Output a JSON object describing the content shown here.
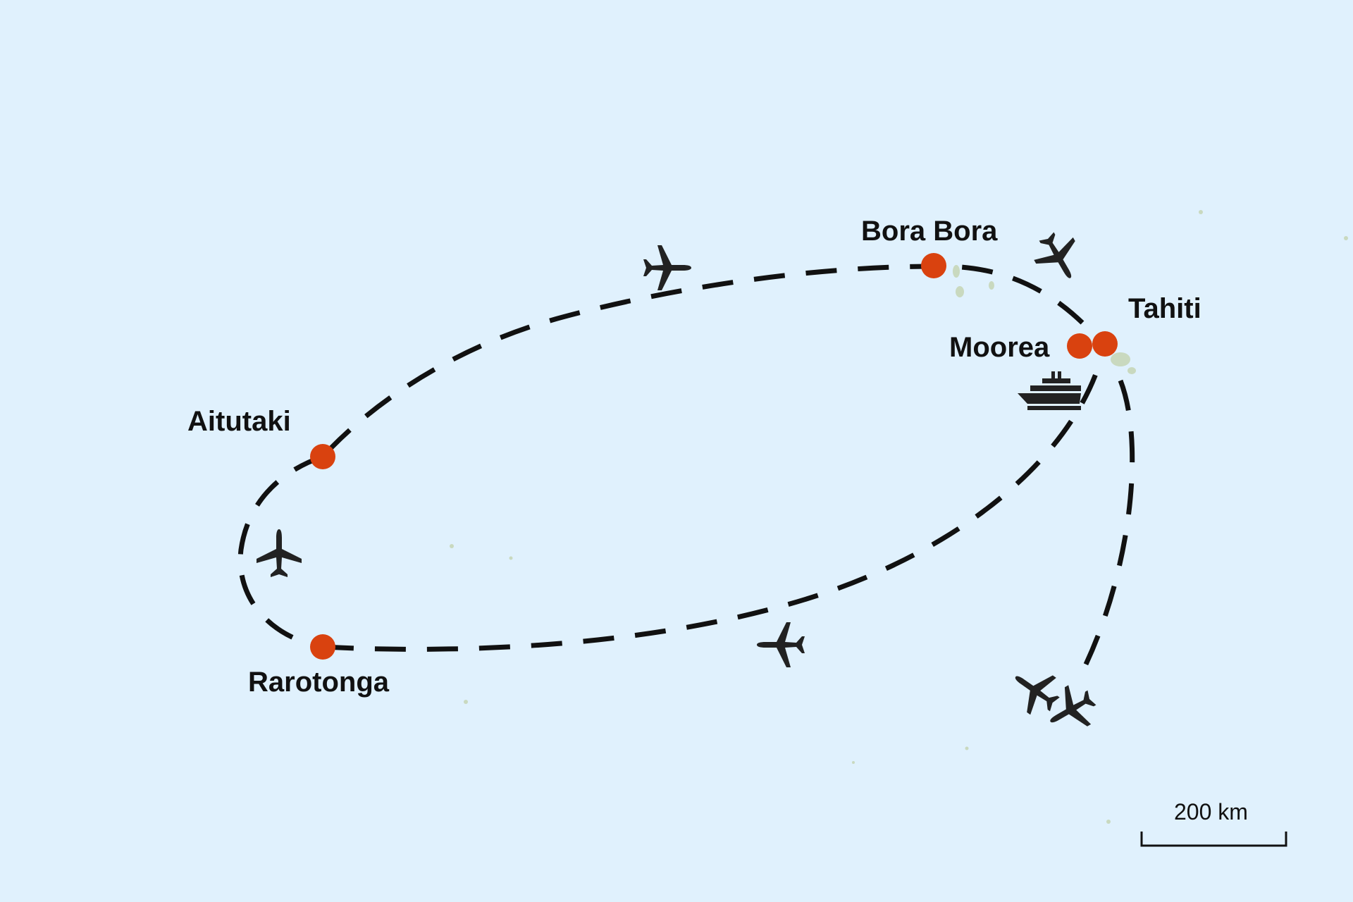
{
  "map": {
    "colors": {
      "ocean": "#e0f1fd",
      "stop_marker": "#d9420f",
      "route_line": "#111111",
      "icon": "#222222",
      "land": "#c9d9bf"
    },
    "places": [
      {
        "id": "bora-bora",
        "name": "Bora Bora"
      },
      {
        "id": "tahiti",
        "name": "Tahiti"
      },
      {
        "id": "moorea",
        "name": "Moorea"
      },
      {
        "id": "aitutaki",
        "name": "Aitutaki"
      },
      {
        "id": "rarotonga",
        "name": "Rarotonga"
      }
    ],
    "route": {
      "style": "dashed",
      "icons": [
        "airplane-icon",
        "airplane-icon",
        "airplane-icon",
        "airplane-icon",
        "airplane-icon",
        "airplane-icon",
        "ship-icon"
      ]
    },
    "scale_bar": {
      "label": "200 km"
    }
  }
}
